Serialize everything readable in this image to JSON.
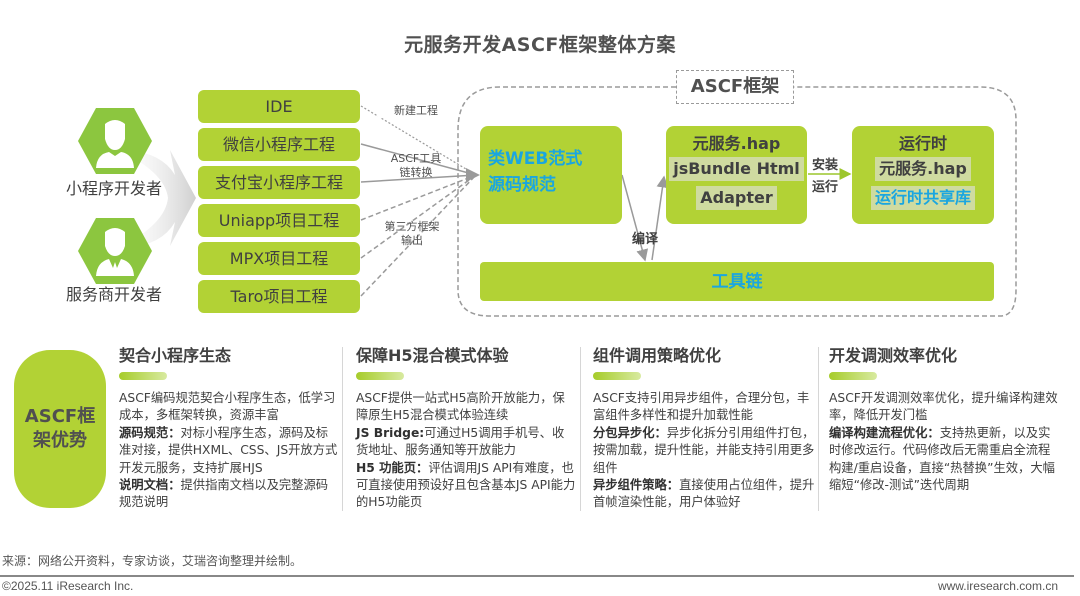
{
  "title": "元服务开发ASCF框架整体方案",
  "personas": [
    {
      "label": "小程序开发者",
      "icon": "user-icon"
    },
    {
      "label": "服务商开发者",
      "icon": "businessman-icon"
    }
  ],
  "sources": [
    "IDE",
    "微信小程序工程",
    "支付宝小程序工程",
    "Uniapp项目工程",
    "MPX项目工程",
    "Taro项目工程"
  ],
  "edge_labels": {
    "new_project": "新建工程",
    "toolchain_convert": [
      "ASCF工具",
      "链转换"
    ],
    "third_party": [
      "第三方框架",
      "输出"
    ]
  },
  "framework": {
    "tag": "ASCF框架",
    "web_spec": [
      "类WEB范式",
      "源码规范"
    ],
    "compile_label": "编译",
    "hap_box": {
      "title": "元服务.hap",
      "chips": [
        "jsBundle Html",
        "Adapter"
      ]
    },
    "install_label": [
      "安装",
      "运行"
    ],
    "runtime_box": {
      "title": "运行时",
      "chip": "元服务.hap",
      "shared_lib": "运行时共享库"
    },
    "toolchain": "工具链"
  },
  "colors": {
    "brand_green": "#b2d235",
    "accent_blue": "#1aa6e0",
    "text": "#404040"
  },
  "advantages": {
    "label": [
      "ASCF框",
      "架优势"
    ],
    "columns": [
      {
        "title": "契合小程序生态",
        "lines": [
          {
            "bold": "",
            "text": "ASCF编码规范契合小程序生态，低学习成本，多框架转换，资源丰富"
          },
          {
            "bold": "源码规范：",
            "text": "对标小程序生态，源码及标准对接，提供HXML、CSS、JS开放方式开发元服务，支持扩展HJS"
          },
          {
            "bold": "说明文档：",
            "text": "提供指南文档以及完整源码规范说明"
          }
        ]
      },
      {
        "title": "保障H5混合模式体验",
        "lines": [
          {
            "bold": "",
            "text": "ASCF提供一站式H5高阶开放能力，保障原生H5混合模式体验连续"
          },
          {
            "bold": "JS Bridge:",
            "text": "可通过H5调用手机号、收货地址、服务通知等开放能力"
          },
          {
            "bold": "H5 功能页：",
            "text": "评估调用JS API有难度，也可直接使用预设好且包含基本JS API能力的H5功能页"
          }
        ]
      },
      {
        "title": "组件调用策略优化",
        "lines": [
          {
            "bold": "",
            "text": "ASCF支持引用异步组件，合理分包，丰富组件多样性和提升加载性能"
          },
          {
            "bold": "分包异步化：",
            "text": "异步化拆分引用组件打包，按需加载，提升性能，并能支持引用更多组件"
          },
          {
            "bold": "异步组件策略：",
            "text": "直接使用占位组件，提升首帧渲染性能，用户体验好"
          }
        ]
      },
      {
        "title": "开发调测效率优化",
        "lines": [
          {
            "bold": "",
            "text": "ASCF开发调测效率优化，提升编译构建效率，降低开发门槛"
          },
          {
            "bold": "编译构建流程优化：",
            "text": "支持热更新，以及实时修改运行。代码修改后无需重启全流程构建/重启设备，直接“热替换”生效，大幅缩短“修改-测试”迭代周期"
          }
        ]
      }
    ]
  },
  "footer": {
    "source": "来源：网络公开资料，专家访谈，艾瑞咨询整理并绘制。",
    "copyright": "©2025.11 iResearch Inc.",
    "url": "www.iresearch.com.cn"
  }
}
